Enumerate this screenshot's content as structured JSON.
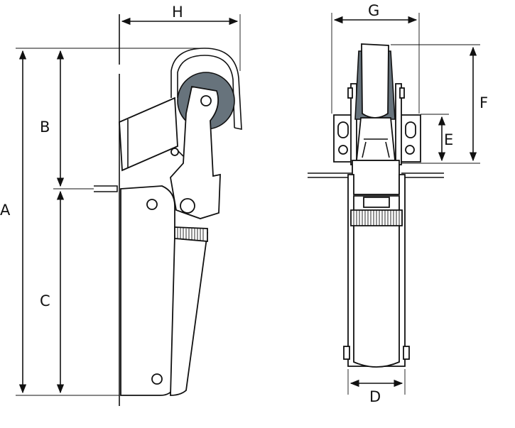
{
  "dimension_labels": {
    "A": "A",
    "B": "B",
    "C": "C",
    "H": "H",
    "G": "G",
    "F": "F",
    "E": "E",
    "D": "D"
  },
  "colors": {
    "line": "#111111",
    "roller": "#67737c",
    "background": "#ffffff"
  }
}
